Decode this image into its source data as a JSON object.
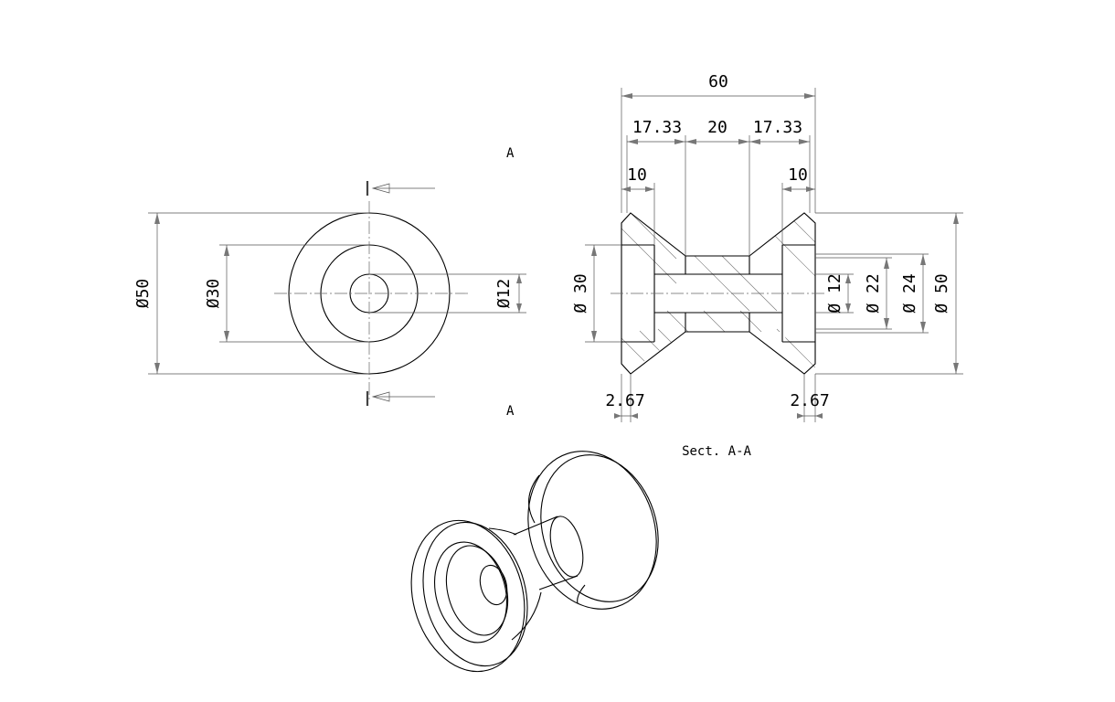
{
  "section_marker": "A",
  "section_caption": "Sect. A-A",
  "front_view": {
    "dia_outer": "Ø50",
    "dia_mid": "Ø30",
    "dia_bore": "Ø12"
  },
  "section_view": {
    "overall_length": "60",
    "seg_left": "17.33",
    "seg_mid": "20",
    "seg_right": "17.33",
    "flange_left": "10",
    "flange_right": "10",
    "chamfer_left": "2.67",
    "chamfer_right": "2.67",
    "dia_left": "Ø 30",
    "dia_12": "Ø 12",
    "dia_22": "Ø 22",
    "dia_24": "Ø 24",
    "dia_50": "Ø 50"
  }
}
